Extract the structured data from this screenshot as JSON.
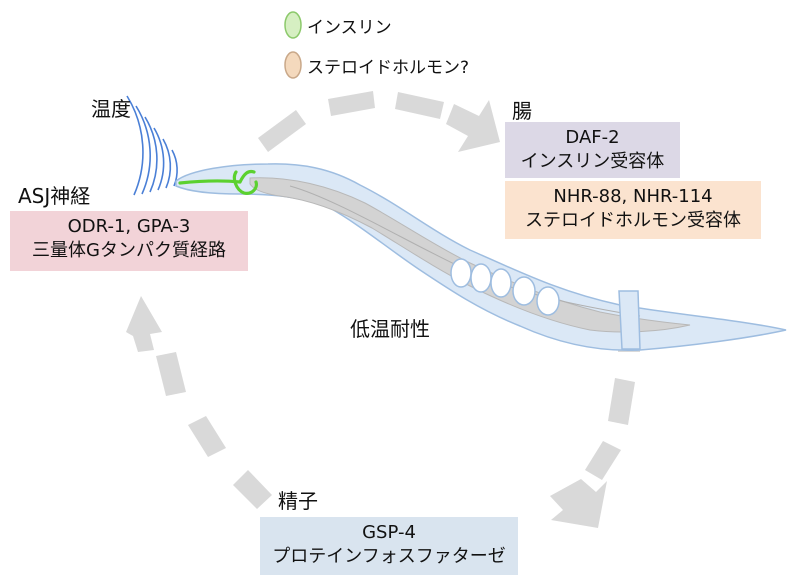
{
  "legend": {
    "insulin_label": "インスリン",
    "steroid_label": "ステロイドホルモン?",
    "insulin_color": "#d6efc2",
    "insulin_stroke": "#8cc96b",
    "steroid_color": "#f4d9bd",
    "steroid_stroke": "#c9a889"
  },
  "labels": {
    "temperature": "温度",
    "intestine": "腸",
    "asj_neuron": "ASJ神経",
    "cold_tolerance": "低温耐性",
    "sperm": "精子"
  },
  "boxes": {
    "daf2": {
      "line1": "DAF-2",
      "line2": "インスリン受容体",
      "color": "#dcd8e6"
    },
    "nhr": {
      "line1": "NHR-88, NHR-114",
      "line2": "ステロイドホルモン受容体",
      "color": "#fbe3cf"
    },
    "odr": {
      "line1": "ODR-1, GPA-3",
      "line2": "三量体Gタンパク質経路",
      "color": "#f2d3d8"
    },
    "gsp": {
      "line1": "GSP-4",
      "line2": "プロテインフォスファターゼ",
      "color": "#d9e4ef"
    }
  },
  "colors": {
    "arrow": "#d9d9d9",
    "worm_fill": "#dbe8f6",
    "worm_outline": "#9ebde0",
    "worm_gut": "#d3d3d3",
    "neuron": "#5bd12f",
    "waves": "#4a7fd6"
  }
}
